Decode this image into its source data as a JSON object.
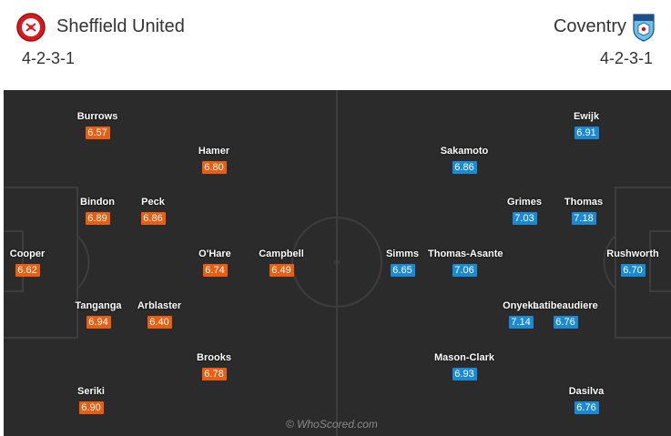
{
  "home": {
    "name": "Sheffield United",
    "formation": "4-2-3-1",
    "color": "#ea5e12",
    "players": [
      {
        "name": "Burrows",
        "rating": "6.57"
      },
      {
        "name": "Hamer",
        "rating": "6.80"
      },
      {
        "name": "Bindon",
        "rating": "6.89"
      },
      {
        "name": "Peck",
        "rating": "6.86"
      },
      {
        "name": "Cooper",
        "rating": "6.62"
      },
      {
        "name": "O'Hare",
        "rating": "6.74"
      },
      {
        "name": "Campbell",
        "rating": "6.49"
      },
      {
        "name": "Tanganga",
        "rating": "6.94"
      },
      {
        "name": "Arblaster",
        "rating": "6.40"
      },
      {
        "name": "Brooks",
        "rating": "6.78"
      },
      {
        "name": "Seriki",
        "rating": "6.90"
      }
    ]
  },
  "away": {
    "name": "Coventry",
    "formation": "4-2-3-1",
    "color": "#1a8ad4",
    "players": [
      {
        "name": "Ewijk",
        "rating": "6.91"
      },
      {
        "name": "Sakamoto",
        "rating": "6.86"
      },
      {
        "name": "Grimes",
        "rating": "7.03"
      },
      {
        "name": "Thomas",
        "rating": "7.18"
      },
      {
        "name": "Simms",
        "rating": "6.65"
      },
      {
        "name": "Thomas-Asante",
        "rating": "7.06"
      },
      {
        "name": "Rushworth",
        "rating": "6.70"
      },
      {
        "name": "Onyeka",
        "rating": "7.14"
      },
      {
        "name": "Latibeaudiere",
        "rating": "6.76"
      },
      {
        "name": "Mason-Clark",
        "rating": "6.93"
      },
      {
        "name": "Dasilva",
        "rating": "6.76"
      }
    ]
  },
  "watermark": "© WhoScored.com"
}
